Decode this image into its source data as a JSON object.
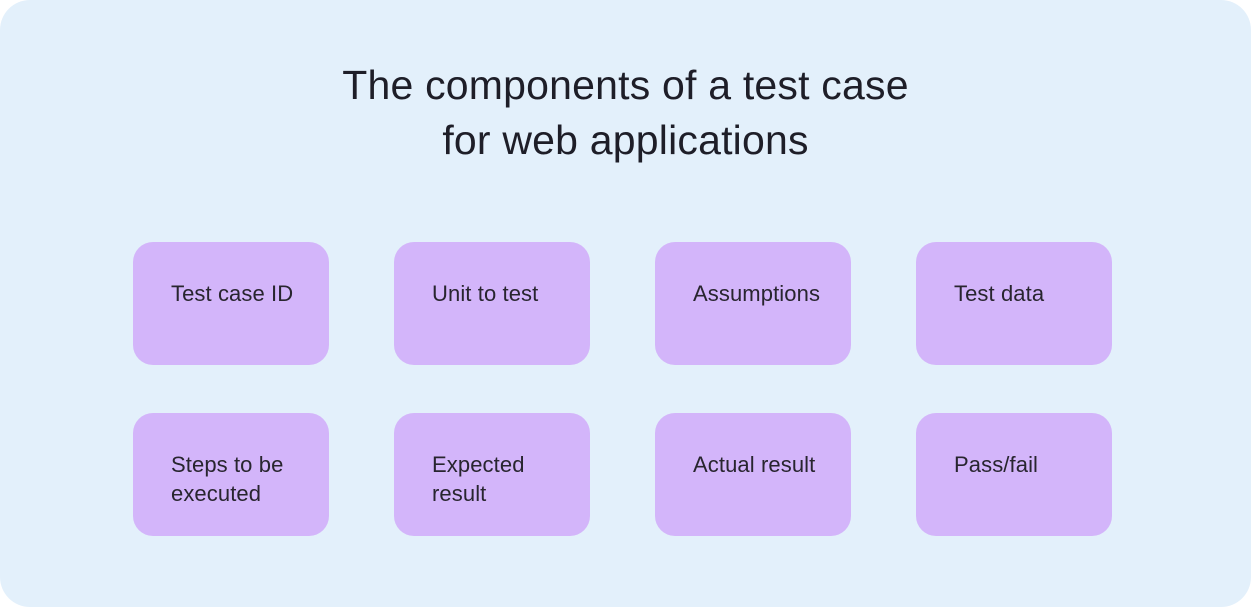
{
  "title": {
    "line1": "The components of a test case",
    "line2": "for web applications"
  },
  "boxes": [
    {
      "label": "Test case ID"
    },
    {
      "label": "Unit to test"
    },
    {
      "label": "Assumptions"
    },
    {
      "label": "Test data"
    },
    {
      "label": "Steps to be executed"
    },
    {
      "label": "Expected result"
    },
    {
      "label": "Actual result"
    },
    {
      "label": "Pass/fail"
    }
  ],
  "colors": {
    "card_background": "#e3f0fb",
    "box_background": "#d3b5fa",
    "title_text": "#1e1e28",
    "box_text": "#28252f"
  }
}
